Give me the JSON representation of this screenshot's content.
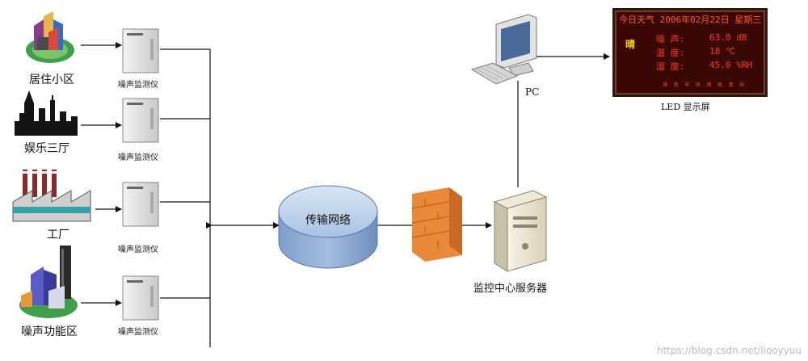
{
  "sources": [
    {
      "label": "居住小区",
      "icon": "residential-icon"
    },
    {
      "label": "娱乐三厅",
      "icon": "city-skyline-icon"
    },
    {
      "label": "工厂",
      "icon": "factory-icon"
    },
    {
      "label": "噪声功能区",
      "icon": "buildings-icon"
    }
  ],
  "devices": [
    {
      "label": "噪声监测仪"
    },
    {
      "label": "噪声监测仪"
    },
    {
      "label": "噪声监测仪"
    },
    {
      "label": "噪声监测仪"
    }
  ],
  "network": {
    "label": "传输网络"
  },
  "server": {
    "label": "监控中心服务器"
  },
  "pc": {
    "label": "PC"
  },
  "led": {
    "label": "LED 显示屏",
    "header": "今日天气 2006年02月22日 星期三",
    "weather": "晴",
    "rows": [
      {
        "name": "噪    声:",
        "value": "63.0 dB"
      },
      {
        "name": "温    度:",
        "value": "18  ℃"
      },
      {
        "name": "湿    度:",
        "value": "45.0 %RH"
      }
    ],
    "footer": "滨 南 市 环 保 局 发 布",
    "text_color": "#ff3b1a",
    "background": "#3a0804"
  },
  "watermark": "https://blog.csdn.net/liooyyuu"
}
